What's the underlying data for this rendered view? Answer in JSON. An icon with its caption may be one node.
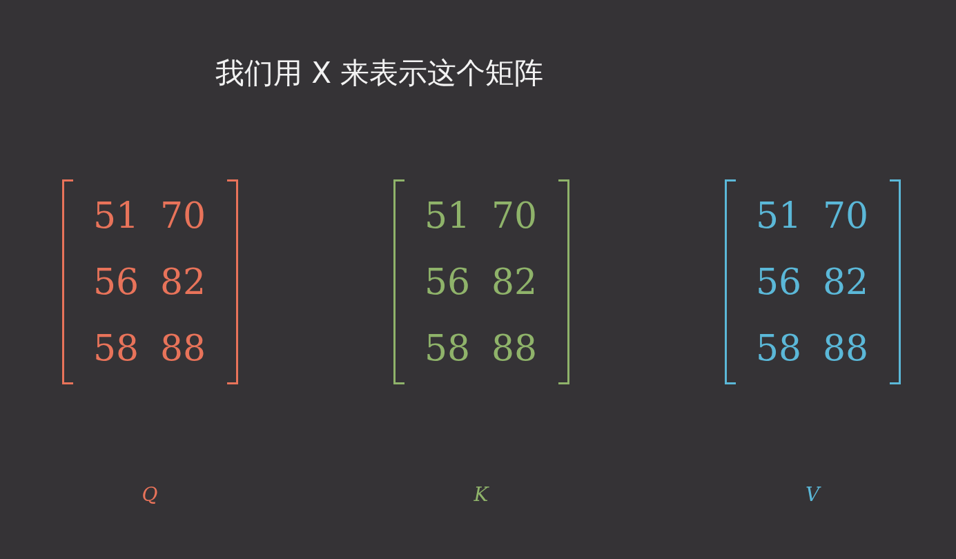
{
  "diagram": {
    "title": "我们用 X 来表示这个矩阵",
    "nodes": [
      {
        "text": [
          "51",
          "70",
          "56",
          "82",
          "58",
          "88"
        ]
      },
      {
        "text": [
          "51",
          "70",
          "56",
          "82",
          "58",
          "88"
        ]
      },
      {
        "text": [
          "51",
          "70",
          "56",
          "82",
          "58",
          "88"
        ]
      }
    ],
    "labels": [
      "Q",
      "K",
      "V"
    ]
  }
}
